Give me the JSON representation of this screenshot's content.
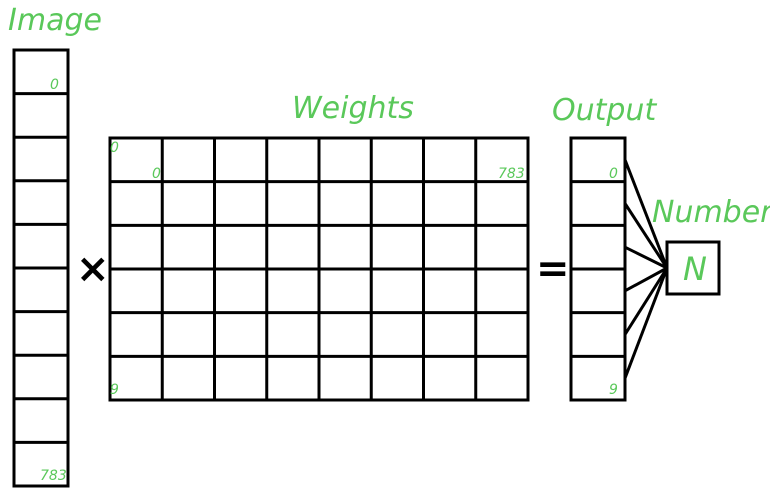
{
  "labels": {
    "image": "Image",
    "weights": "Weights",
    "output": "Output",
    "number": "Number",
    "number_symbol": "N"
  },
  "operators": {
    "multiply": "×",
    "equals": "="
  },
  "image_vector": {
    "first_index": "0",
    "last_index": "783"
  },
  "weights_matrix": {
    "row_first": "0",
    "row_last": "9",
    "col_first": "0",
    "col_last": "783"
  },
  "output_vector": {
    "first_index": "0",
    "last_index": "9"
  },
  "colors": {
    "label": "#5ac85a",
    "lines": "#000000"
  }
}
